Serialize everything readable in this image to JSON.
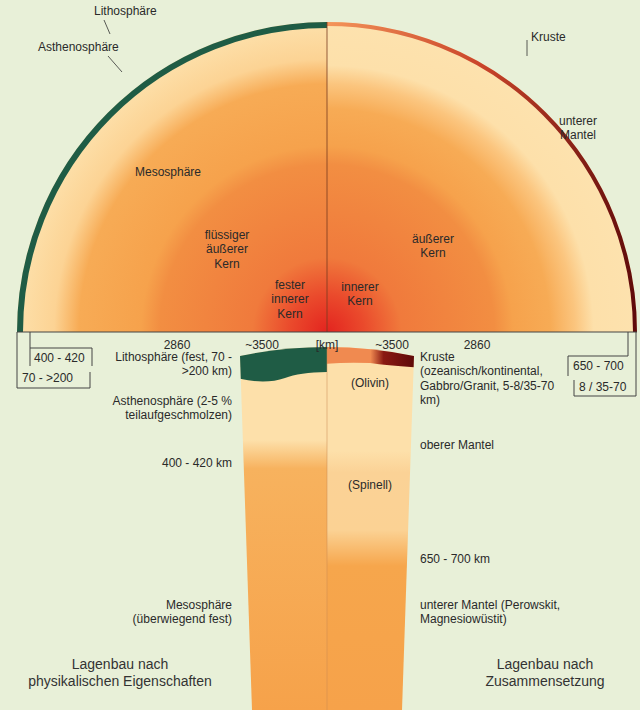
{
  "diagram": {
    "labels": [
      "Lithosphäre",
      "Asthenosphäre",
      "Kruste",
      "unterer Mantel",
      "Mesosphäre",
      "flüssiger äußerer Kern",
      "äußerer Kern",
      "fester innerer Kern",
      "innerer Kern",
      "400 - 420",
      "2860",
      "~3500",
      "[km]",
      "~3500",
      "2860",
      "650 - 700",
      "70 - >200",
      "8 / 35-70",
      "Lithosphäre (fest, 70 - >200 km)",
      "Kruste (ozeanisch/kontinental, Gabbro/Granit, 5-8/35-70 km)",
      "(Olivin)",
      "Asthenosphäre (2-5 % teilaufgeschmolzen)",
      "oberer Mantel",
      "400 - 420 km",
      "(Spinell)",
      "650 - 700 km",
      "Mesosphäre (überwiegend fest)",
      "unterer Mantel (Perowskit, Magnesiowüstit)",
      "Lagenbau nach physikalischen Eigenschaften",
      "Lagenbau nach Zusammensetzung"
    ]
  }
}
